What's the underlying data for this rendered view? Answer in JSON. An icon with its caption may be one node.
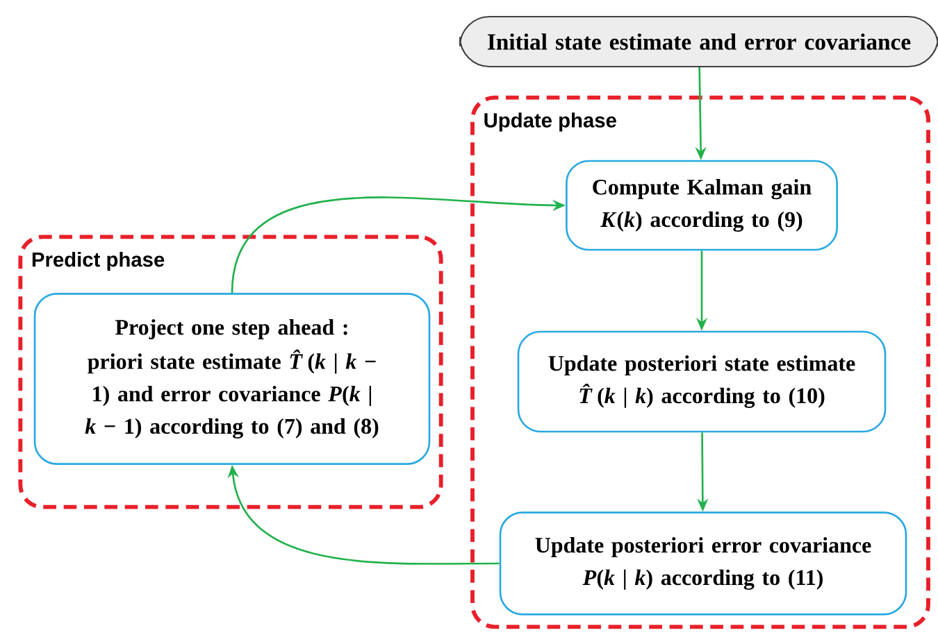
{
  "diagram": {
    "nodes": [
      {
        "text": [
          "Initial state estimate and error covariance"
        ]
      },
      {
        "text": [
          "Update phase"
        ]
      },
      {
        "text": [
          "Compute Kalman gain *K*(*k*) according to (9)"
        ],
        "in": 1
      },
      {
        "text": [
          "Update posteriori state estimate *T̂*(*k* | *k*) according to (10)"
        ],
        "in": 1
      },
      {
        "text": [
          "Update posteriori error covariance *P*(*k* | *k*) according to (11)"
        ],
        "in": 1
      },
      {
        "text": [
          "Predict phase"
        ]
      },
      {
        "text": [
          "Project one step ahead :",
          "priori state estimate *T̂*(*k* | *k* − 1) and error covariance *P*(*k* | *k* − 1) according to (7) and (8)"
        ],
        "in": 5
      }
    ],
    "edges": [
      {
        "from": 0,
        "to": 2,
        "arrow": "to"
      },
      {
        "from": 2,
        "to": 3,
        "arrow": "to"
      },
      {
        "from": 3,
        "to": 4,
        "arrow": "to"
      },
      {
        "from": 4,
        "to": 6,
        "arrow": "to"
      },
      {
        "from": 6,
        "to": 2,
        "arrow": "to"
      }
    ]
  }
}
